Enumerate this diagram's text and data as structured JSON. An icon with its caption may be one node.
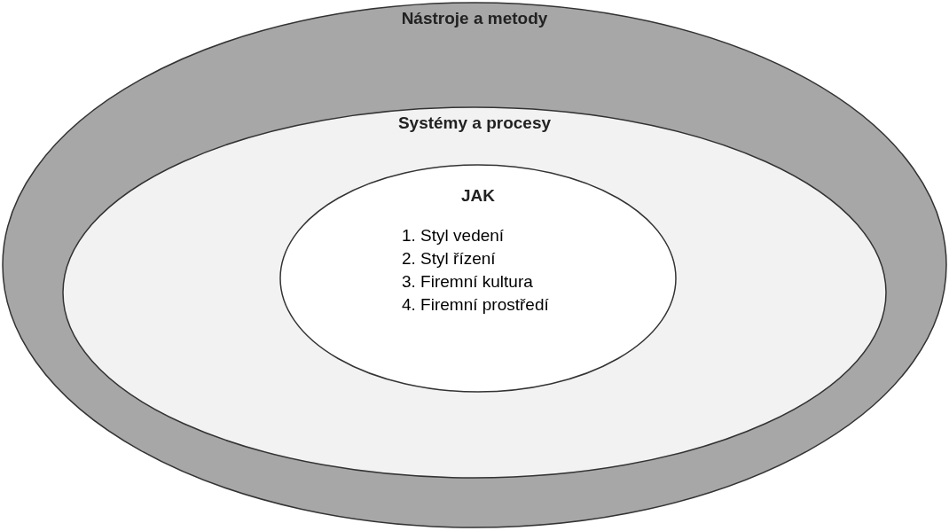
{
  "diagram": {
    "nodes": [
      {
        "text": [
          "Nástroje a metody"
        ]
      },
      {
        "text": [
          "Systémy a procesy"
        ],
        "in": 0
      },
      {
        "text": [
          "JAK",
          "1. Styl vedení",
          "2. Styl řízení",
          "3. Firemní kultura",
          "4. Firemní prostředí"
        ],
        "in": 1
      }
    ]
  }
}
